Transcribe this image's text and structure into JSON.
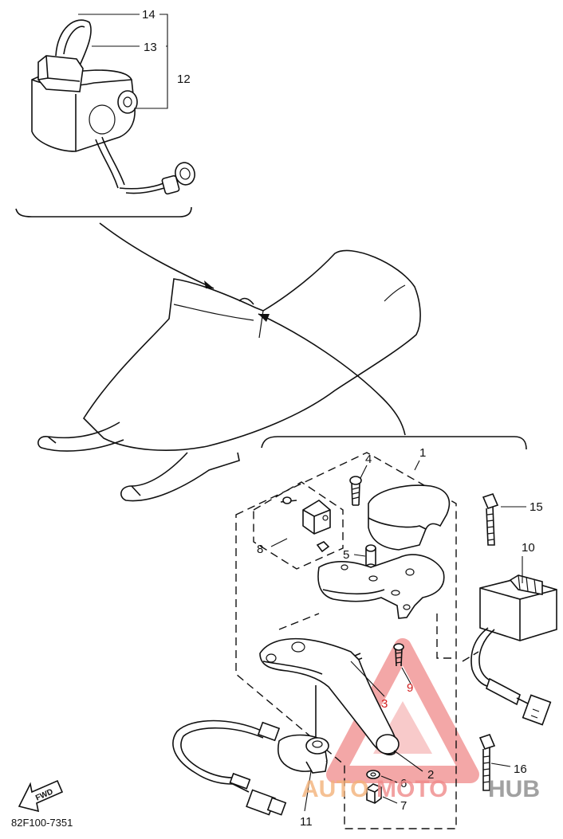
{
  "diagram": {
    "part_labels": [
      {
        "id": "14",
        "text": "14"
      },
      {
        "id": "13",
        "text": "13"
      },
      {
        "id": "12",
        "text": "12"
      },
      {
        "id": "1",
        "text": "1"
      },
      {
        "id": "4",
        "text": "4"
      },
      {
        "id": "15",
        "text": "15"
      },
      {
        "id": "10",
        "text": "10"
      },
      {
        "id": "8",
        "text": "8"
      },
      {
        "id": "5",
        "text": "5"
      },
      {
        "id": "9",
        "text": "9"
      },
      {
        "id": "3",
        "text": "3"
      },
      {
        "id": "16",
        "text": "16"
      },
      {
        "id": "2",
        "text": "2"
      },
      {
        "id": "6",
        "text": "6"
      },
      {
        "id": "7",
        "text": "7"
      },
      {
        "id": "11",
        "text": "11"
      }
    ],
    "fwd_label": "FWD",
    "diagram_code": "82F100-7351"
  },
  "watermark": {
    "text_auto": "AUTO",
    "text_moto": "MOTO",
    "text_hub": "HUB",
    "color_accent": "#f08a8a",
    "color_hub": "#8a8a8a"
  }
}
